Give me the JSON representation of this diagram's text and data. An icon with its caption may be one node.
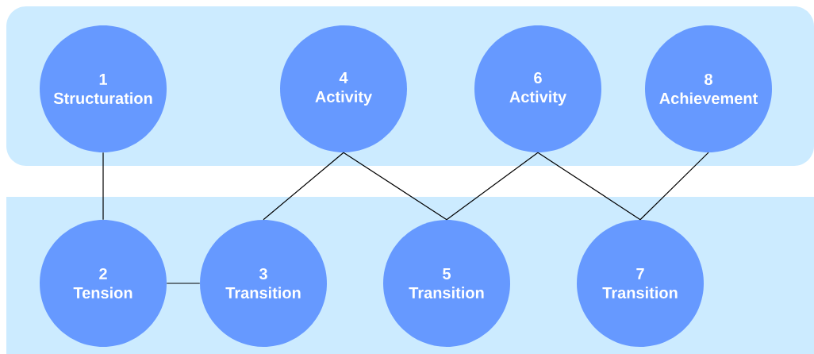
{
  "diagram": {
    "nodes": [
      {
        "text": [],
        "shape": "band"
      },
      {
        "text": [
          "1",
          "Structuration"
        ],
        "in": 0
      },
      {
        "text": [
          "4",
          "Activity"
        ],
        "in": 0
      },
      {
        "text": [
          "6",
          "Activity"
        ],
        "in": 0
      },
      {
        "text": [
          "8",
          "Achievement"
        ],
        "in": 0
      },
      {
        "text": [],
        "shape": "band"
      },
      {
        "text": [
          "2",
          "Tension"
        ],
        "in": 5
      },
      {
        "text": [
          "3",
          "Transition"
        ],
        "in": 5
      },
      {
        "text": [
          "5",
          "Transition"
        ],
        "in": 5
      },
      {
        "text": [
          "7",
          "Transition"
        ],
        "in": 5
      }
    ],
    "edges": [
      {
        "from": 1,
        "to": 6,
        "arrow": "none"
      },
      {
        "from": 6,
        "to": 7,
        "arrow": "none"
      },
      {
        "from": 2,
        "to": 7,
        "arrow": "none"
      },
      {
        "from": 2,
        "to": 8,
        "arrow": "none"
      },
      {
        "from": 3,
        "to": 8,
        "arrow": "none"
      },
      {
        "from": 3,
        "to": 9,
        "arrow": "none"
      },
      {
        "from": 4,
        "to": 9,
        "arrow": "none"
      }
    ]
  }
}
